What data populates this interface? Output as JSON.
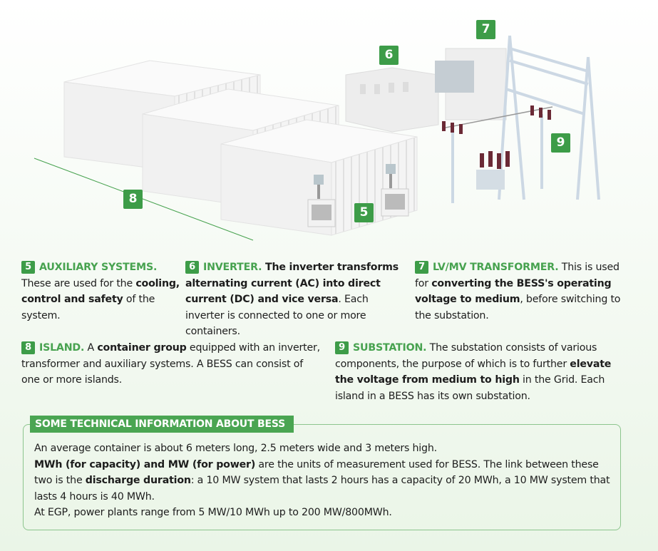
{
  "colors": {
    "accent": "#47a24f",
    "badge": "#3d9c48",
    "box_border": "#8cc58d"
  },
  "labels": {
    "aux": "5",
    "inverter": "6",
    "transformer": "7",
    "island": "8",
    "substation": "9"
  },
  "sections": {
    "aux": {
      "num": "5",
      "title": "AUXILIARY SYSTEMS.",
      "t1": "These are used for the ",
      "b1": "cooling, control and safety",
      "t2": " of the system."
    },
    "inverter": {
      "num": "6",
      "title": "INVERTER.",
      "b1": " The inverter transforms alternating current (AC) into direct current (DC) and vice versa",
      "t1": ". Each inverter is connected to one or more containers."
    },
    "transformer": {
      "num": "7",
      "title": "LV/MV TRANSFORMER.",
      "t1": " This is used for ",
      "b1": "converting the BESS's operating voltage to medium",
      "t2": ", before switching to the substation."
    },
    "island": {
      "num": "8",
      "title": "ISLAND.",
      "t1": " A ",
      "b1": "container group",
      "t2": " equipped with an inverter, transformer and auxiliary systems. A BESS can consist of one or more islands."
    },
    "substation": {
      "num": "9",
      "title": "SUBSTATION.",
      "t1": " The substation consists of various components, the purpose of which is to further ",
      "b1": "elevate the voltage from medium to high",
      "t2": " in the Grid. Each island in a BESS has its own substation."
    }
  },
  "info": {
    "title": "SOME TECHNICAL INFORMATION ABOUT BESS",
    "l1": "An average container is about 6 meters long, 2.5 meters wide and 3 meters high.",
    "l2b": "MWh (for capacity) and MW (for power)",
    "l2": " are the units of measurement used for BESS. The link between these two is the ",
    "l2b2": "discharge duration",
    "l2c": ": a 10 MW system that lasts 2 hours has a capacity of 20 MWh, a 10 MW system that lasts 4 hours is 40 MWh.",
    "l3": "At EGP, power plants range from 5 MW/10 MWh up to 200 MW/800MWh."
  }
}
